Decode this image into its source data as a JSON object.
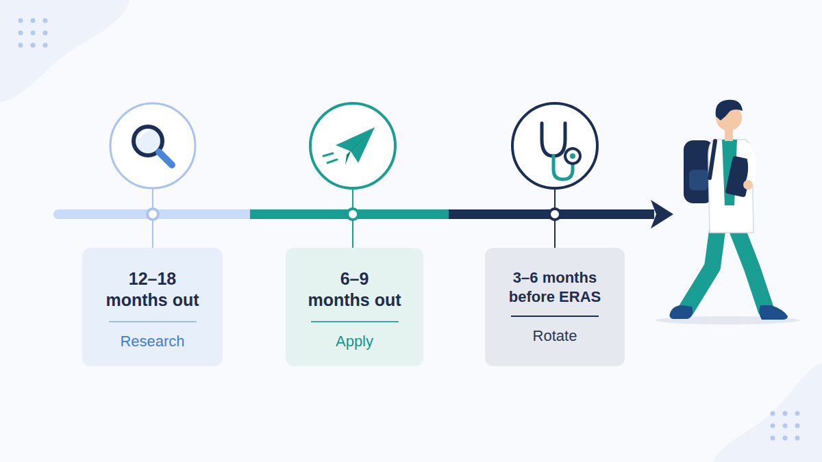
{
  "diagram": {
    "nodes": [
      {
        "text": [
          "12–18 months out",
          "Research"
        ]
      },
      {
        "text": [
          "6–9 months out",
          "Apply"
        ]
      },
      {
        "text": [
          "3–6 months before ERAS",
          "Rotate"
        ]
      }
    ]
  }
}
